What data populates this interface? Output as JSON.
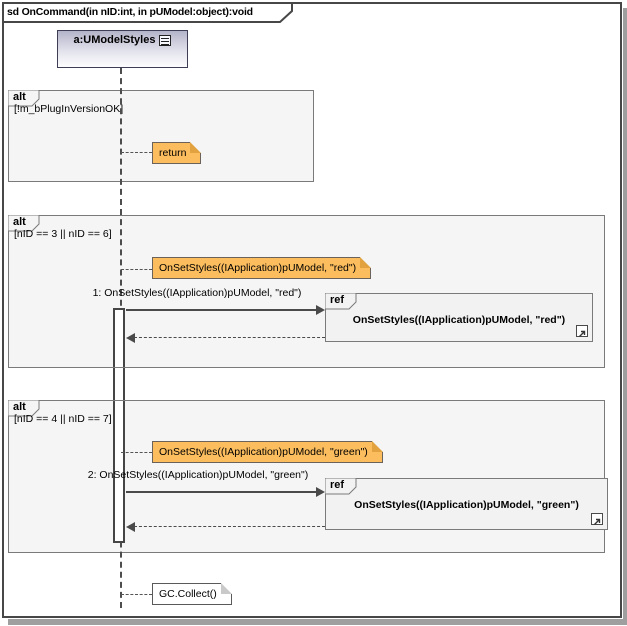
{
  "frame": {
    "title": "sd OnCommand(in nID:int, in pUModel:object):void"
  },
  "lifeline": {
    "name": "a:UModelStyles",
    "head_icon": "list-icon"
  },
  "fragments": [
    {
      "operator": "alt",
      "guard": "[!m_bPlugInVersionOK]",
      "note": "return"
    },
    {
      "operator": "alt",
      "guard": "[nID == 3 || nID == 6]",
      "note": "OnSetStyles((IApplication)pUModel, \"red\")",
      "message": "1: OnSetStyles((IApplication)pUModel, \"red\")",
      "ref": {
        "operator": "ref",
        "content": "OnSetStyles((IApplication)pUModel, \"red\")",
        "link_icon": "open-diagram-icon"
      }
    },
    {
      "operator": "alt",
      "guard": "[nID == 4 || nID == 7]",
      "note": "OnSetStyles((IApplication)pUModel, \"green\")",
      "message": "2: OnSetStyles((IApplication)pUModel, \"green\")",
      "ref": {
        "operator": "ref",
        "content": "OnSetStyles((IApplication)pUModel, \"green\")",
        "link_icon": "open-diagram-icon"
      }
    }
  ],
  "footer_note": "GC.Collect()",
  "colors": {
    "note_fill": "#fcbd5e",
    "note_fold": "#e2a23f",
    "fragment_fill": "#f5f5f5",
    "frame_border": "#474747",
    "line": "#4a4a4a",
    "head_gradient_top": "#b4b4c9",
    "shadow": "#9f9f9f"
  }
}
